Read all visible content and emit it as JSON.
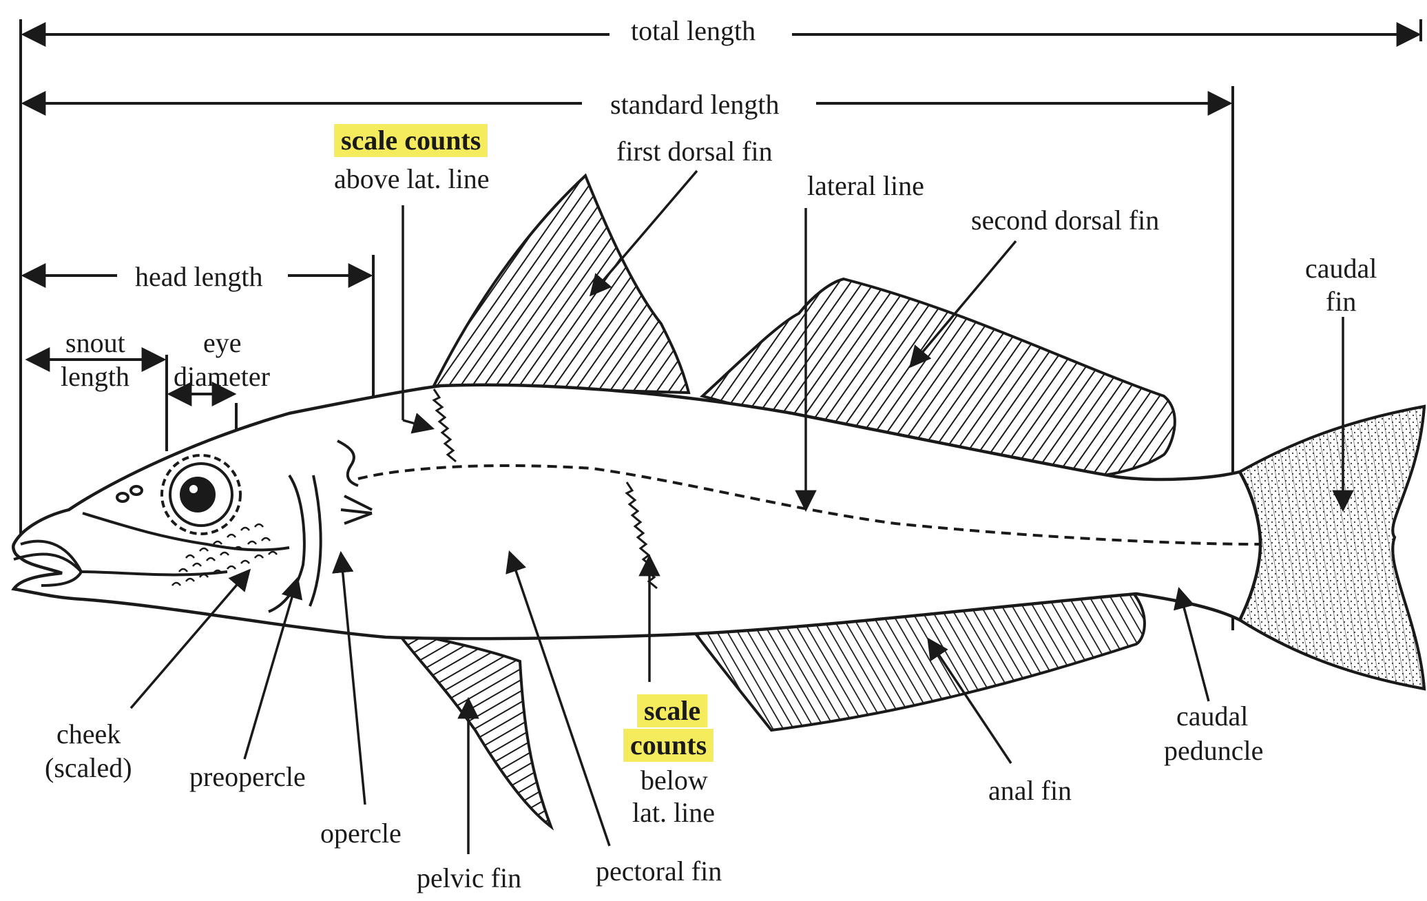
{
  "labels": {
    "total_length": "total length",
    "standard_length": "standard length",
    "scale_counts_top": "scale counts",
    "above_lat_line": "above lat. line",
    "first_dorsal_fin": "first dorsal fin",
    "lateral_line": "lateral line",
    "second_dorsal_fin": "second dorsal fin",
    "head_length": "head length",
    "snout_length_1": "snout",
    "snout_length_2": "length",
    "eye_diameter_1": "eye",
    "eye_diameter_2": "diameter",
    "caudal_fin_1": "caudal",
    "caudal_fin_2": "fin",
    "cheek_1": "cheek",
    "cheek_2": "(scaled)",
    "preopercle": "preopercle",
    "opercle": "opercle",
    "pelvic_fin": "pelvic fin",
    "pectoral_fin": "pectoral fin",
    "scale_counts_bottom_1": "scale",
    "scale_counts_bottom_2": "counts",
    "below_lat_line_1": "below",
    "below_lat_line_2": "lat. line",
    "anal_fin": "anal fin",
    "caudal_peduncle_1": "caudal",
    "caudal_peduncle_2": "peduncle"
  },
  "colors": {
    "ink": "#1a1a1a",
    "highlight": "#f5ec5d",
    "background": "#ffffff"
  }
}
